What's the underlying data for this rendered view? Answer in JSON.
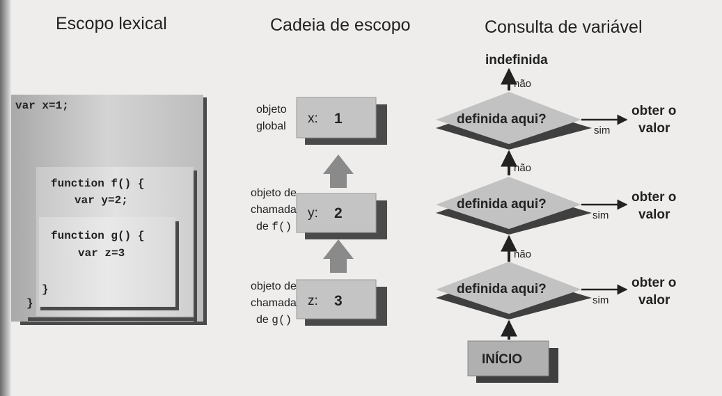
{
  "titles": {
    "lexical": "Escopo lexical",
    "chain": "Cadeia de escopo",
    "lookup": "Consulta de variável"
  },
  "code": {
    "global": "var x=1;",
    "f_decl": "function f() {",
    "f_body": "var y=2;",
    "g_decl": "function g() {",
    "g_body": "var z=3",
    "close_g": "}",
    "close_f": "}"
  },
  "chain": [
    {
      "label1": "objeto",
      "label2": "global",
      "label3": "",
      "label3_code": "",
      "var": "x:",
      "value": "1"
    },
    {
      "label1": "objeto de",
      "label2": "chamada",
      "label3": "de ",
      "label3_code": "f()",
      "var": "y:",
      "value": "2"
    },
    {
      "label1": "objeto de",
      "label2": "chamada",
      "label3": "de ",
      "label3_code": "g()",
      "var": "z:",
      "value": "3"
    }
  ],
  "lookup": {
    "undefined": "indefinida",
    "question": "definida aqui?",
    "no": "não",
    "yes": "sim",
    "result_line1": "obter o",
    "result_line2": "valor",
    "start": "INÍCIO"
  }
}
